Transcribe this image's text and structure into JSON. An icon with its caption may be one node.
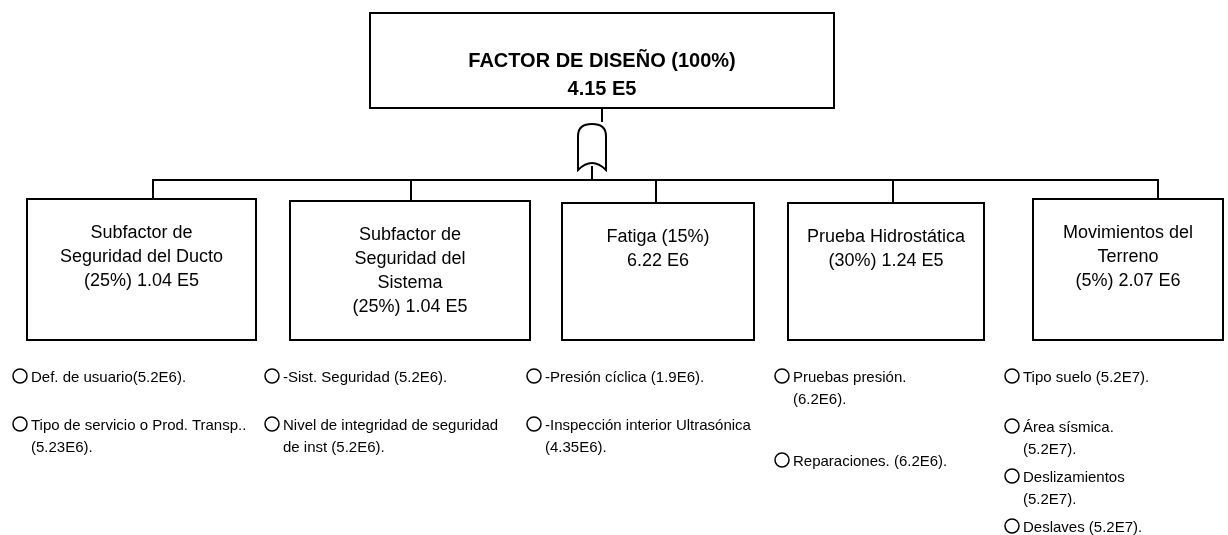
{
  "diagram": {
    "nodes": [
      {
        "text": [
          "FACTOR DE DISEÑO (100%)",
          "4.15 E5"
        ]
      },
      {
        "text": [],
        "shape": "gate"
      },
      {
        "text": [
          "Subfactor de Seguridad del Ducto",
          "(25%) 1.04 E5"
        ]
      },
      {
        "text": [
          "Subfactor de Seguridad del Sistema",
          "(25%) 1.04 E5"
        ]
      },
      {
        "text": [
          "Fatiga (15%)",
          "6.22 E6"
        ]
      },
      {
        "text": [
          "Prueba Hidrostática",
          "(30%) 1.24 E5"
        ]
      },
      {
        "text": [
          "Movimientos del Terreno",
          "(5%) 2.07 E6"
        ]
      }
    ],
    "edges": [
      {
        "from": 0,
        "to": 1,
        "arrow": "none"
      },
      {
        "from": 1,
        "to": 2,
        "arrow": "none"
      },
      {
        "from": 1,
        "to": 3,
        "arrow": "none"
      },
      {
        "from": 1,
        "to": 4,
        "arrow": "none"
      },
      {
        "from": 1,
        "to": 5,
        "arrow": "none"
      },
      {
        "from": 1,
        "to": 6,
        "arrow": "none"
      }
    ],
    "labels": [
      "Def. de usuario(5.2E6).",
      "Tipo de servicio o Prod.  Transp..(5.23E6).",
      "-Sist. Seguridad (5.2E6).",
      "Nivel de integridad de seguridad de inst (5.2E6).",
      "-Presión cíclica (1.9E6).",
      "-Inspección interior Ultrasónica (4.35E6).",
      "Pruebas presión. (6.2E6).",
      "Reparaciones. (6.2E6).",
      "Tipo suelo (5.2E7).",
      "Área sísmica. (5.2E7).",
      "Deslizamientos (5.2E7).",
      "Deslaves (5.2E7)."
    ]
  }
}
